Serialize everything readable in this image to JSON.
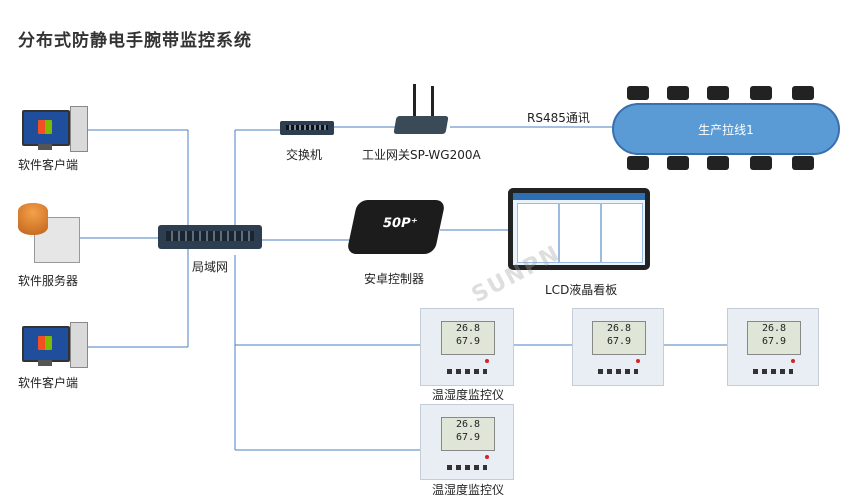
{
  "title": "分布式防静电手腕带监控系统",
  "watermark": "SUNPN",
  "nodes": {
    "client_top": "软件客户端",
    "server": "软件服务器",
    "client_bottom": "软件客户端",
    "lan": "局域网",
    "switch": "交换机",
    "gateway": "工业网关SP-WG200A",
    "rs485": "RS485通讯",
    "production_line": "生产拉线1",
    "android_controller": "安卓控制器",
    "controller_badge": "50P⁺",
    "lcd_board": "LCD液晶看板",
    "monitor_1": "温湿度监控仪",
    "monitor_4": "温湿度监控仪"
  },
  "monitor_readings": {
    "temp": "26.8",
    "humidity": "67.9"
  },
  "colors": {
    "line": "#4a7fc1",
    "production_fill": "#5b9bd5",
    "device_bg": "#e8eef4"
  }
}
